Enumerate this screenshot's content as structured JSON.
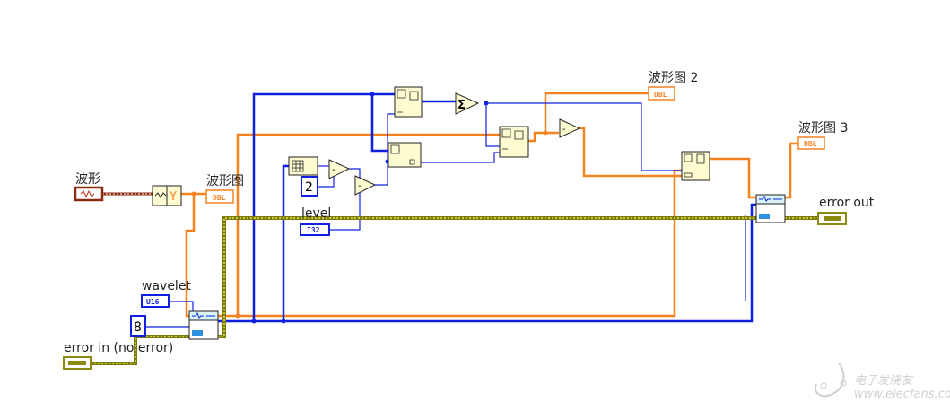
{
  "labels": {
    "waveform_control": "波形",
    "waveform_graph": "波形图",
    "waveform_graph_2": "波形图 2",
    "waveform_graph_3": "波形图 3",
    "wavelet": "wavelet",
    "level": "level",
    "error_in": "error in (no error)",
    "error_out": "error out"
  },
  "terminals": {
    "dbl": "DBL",
    "u16": "U16",
    "i32": "I32",
    "get_y": "Y"
  },
  "constants": {
    "eight": "8",
    "two": "2"
  },
  "watermark": {
    "brand": "电子发烧友",
    "url": "www.elecfans.com"
  },
  "colors": {
    "double_wire": "#f5821f",
    "integer_wire": "#1020e0",
    "error_wire": "#7a7a10",
    "waveform_wire": "#8b2a10",
    "node_fill": "#fdfbd0"
  }
}
